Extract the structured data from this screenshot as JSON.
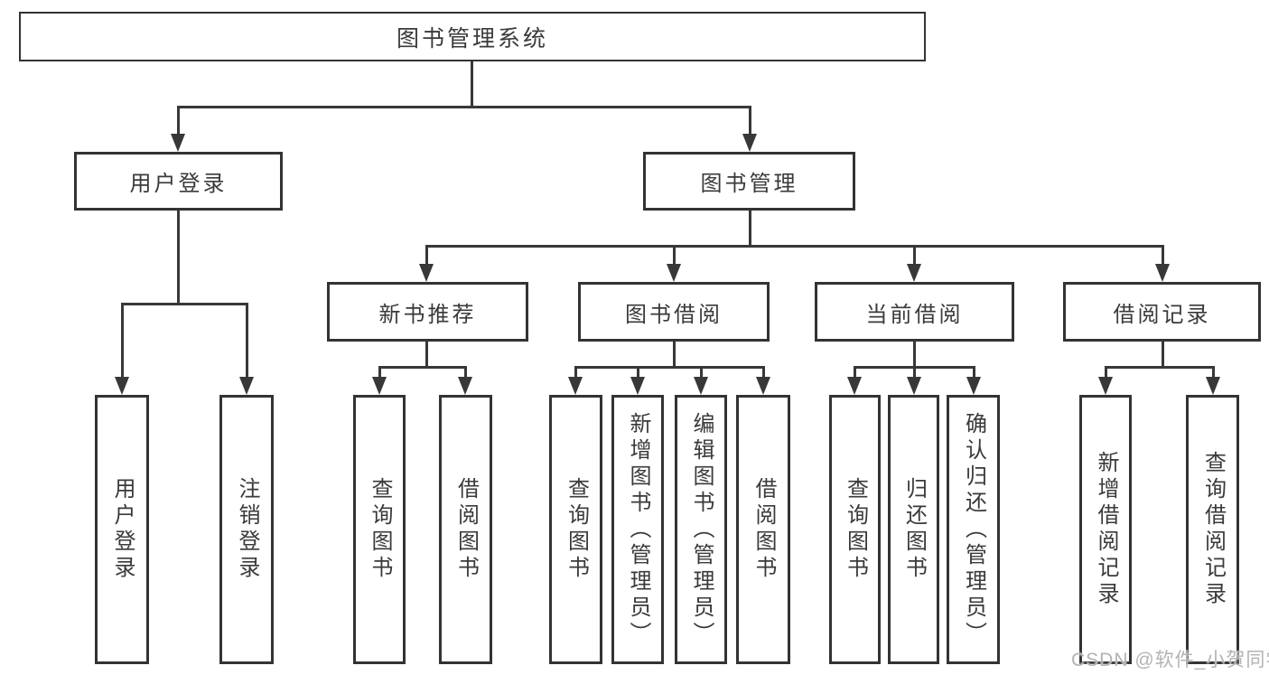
{
  "diagram": {
    "title": "图书管理系统",
    "root": {
      "label": "图书管理系统",
      "children": [
        {
          "label": "用户登录",
          "children": [
            {
              "label": "用户登录"
            },
            {
              "label": "注销登录"
            }
          ]
        },
        {
          "label": "图书管理",
          "children": [
            {
              "label": "新书推荐",
              "children": [
                {
                  "label": "查询图书"
                },
                {
                  "label": "借阅图书"
                }
              ]
            },
            {
              "label": "图书借阅",
              "children": [
                {
                  "label": "查询图书"
                },
                {
                  "label": "新增图书（管理员）"
                },
                {
                  "label": "编辑图书（管理员）"
                },
                {
                  "label": "借阅图书"
                }
              ]
            },
            {
              "label": "当前借阅",
              "children": [
                {
                  "label": "查询图书"
                },
                {
                  "label": "归还图书"
                },
                {
                  "label": "确认归还（管理员）"
                }
              ]
            },
            {
              "label": "借阅记录",
              "children": [
                {
                  "label": "新增借阅记录"
                },
                {
                  "label": "查询借阅记录"
                }
              ]
            }
          ]
        }
      ]
    }
  },
  "watermark": {
    "text": "CSDN @软件_小贺同学"
  },
  "colors": {
    "line": "#383838",
    "border": "#333333",
    "text": "#3a3a3a",
    "watermark": "#b3b3b3",
    "background": "#ffffff"
  }
}
